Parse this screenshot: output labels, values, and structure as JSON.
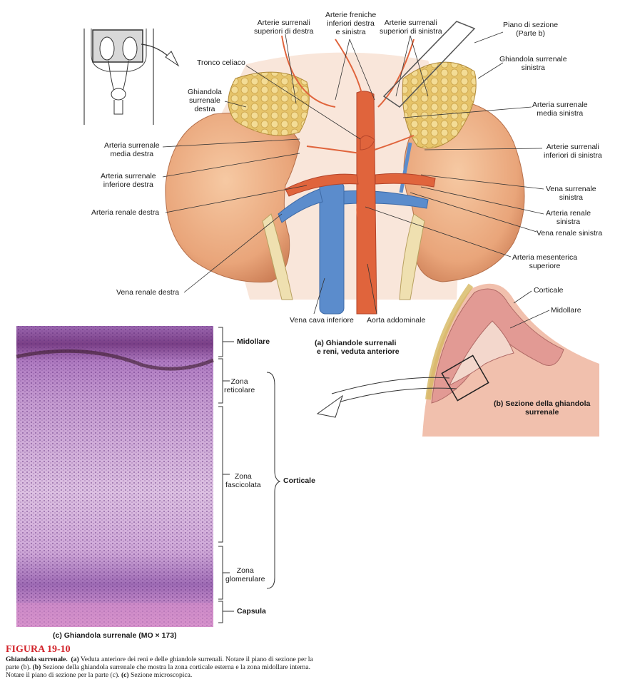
{
  "panel_a": {
    "caption_line1": "(a)  Ghiandole surrenali",
    "caption_line2": "e reni, veduta anteriore",
    "labels": {
      "art_surr_sup_dx": [
        "Arterie surrenali",
        "superiori di destra"
      ],
      "art_freniche": [
        "Arterie freniche",
        "inferiori destra",
        "e sinistra"
      ],
      "art_surr_sup_sx": [
        "Arterie surrenali",
        "superiori di sinistra"
      ],
      "piano_sezione": [
        "Piano di sezione",
        "(Parte b)"
      ],
      "tronco_celiaco": [
        "Tronco celiaco"
      ],
      "ghiandola_surr_sx": [
        "Ghiandola surrenale",
        "sinistra"
      ],
      "ghiandola_surr_dx": [
        "Ghiandola",
        "surrenale",
        "destra"
      ],
      "art_surr_media_sx": [
        "Arteria surrenale",
        "media sinistra"
      ],
      "art_surr_media_dx": [
        "Arteria surrenale",
        "media destra"
      ],
      "art_surr_inf_sx": [
        "Arterie surrenali",
        "inferiori di sinistra"
      ],
      "art_surr_inf_dx": [
        "Arteria surrenale",
        "inferiore destra"
      ],
      "vena_surr_sx": [
        "Vena surrenale",
        "sinistra"
      ],
      "art_renale_dx": [
        "Arteria renale destra"
      ],
      "art_renale_sx": [
        "Arteria renale",
        "sinistra"
      ],
      "vena_renale_sx": [
        "Vena renale sinistra"
      ],
      "art_mesenterica": [
        "Arteria mesenterica",
        "superiore"
      ],
      "vena_renale_dx": [
        "Vena renale destra"
      ],
      "vena_cava": [
        "Vena cava inferiore"
      ],
      "aorta": [
        "Aorta addominale"
      ]
    }
  },
  "panel_b": {
    "caption_line1": "(b)  Sezione della ghiandola",
    "caption_line2": "surrenale",
    "corticale": "Corticale",
    "midollare": "Midollare"
  },
  "panel_c": {
    "caption": "(c)  Ghiandola surrenale (MO × 173)",
    "midollare": "Midollare",
    "zona_reticolare": [
      "Zona",
      "reticolare"
    ],
    "zona_fascicolata": [
      "Zona",
      "fascicolata"
    ],
    "zona_glomerulare": [
      "Zona",
      "glomerulare"
    ],
    "corticale": "Corticale",
    "capsula": "Capsula"
  },
  "caption": {
    "title": "FIGURA  19-10",
    "bold_lead": "Ghiandola surrenale.",
    "a_tag": "(a)",
    "a_text": " Veduta anteriore dei reni e delle ghiandole surrenali. Notare il piano di sezione per la parte (b). ",
    "b_tag": "(b)",
    "b_text": " Sezione della ghiandola surrenale che mostra la zona corticale esterna e la zona midollare interna. Notare il piano di sezione per la parte (c). ",
    "c_tag": "(c)",
    "c_text": " Sezione microscopica."
  },
  "colors": {
    "kidney": "#e9a57a",
    "adrenal": "#e8cf7a",
    "artery": "#e0643c",
    "vein": "#5b8ccc",
    "histology": "#b47cc0",
    "caption_red": "#d2232a"
  }
}
